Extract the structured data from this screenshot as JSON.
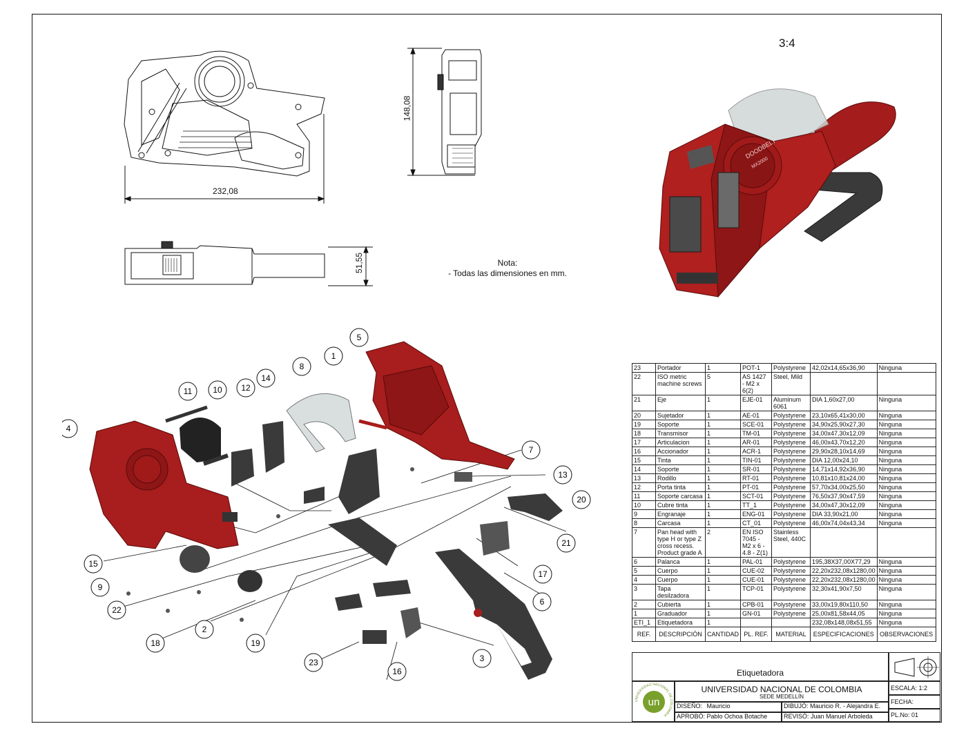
{
  "scale_view": "3:4",
  "dimensions": {
    "width_top": "232,08",
    "height_side": "148,08",
    "depth_bottom": "51,55"
  },
  "nota": {
    "title": "Nota:",
    "text": "- Todas las dimensiones en mm."
  },
  "device_labels": {
    "brand": "DOODBELT",
    "model": "MX2000"
  },
  "callouts": [
    "1",
    "2",
    "3",
    "4",
    "5",
    "6",
    "7",
    "8",
    "9",
    "10",
    "11",
    "12",
    "13",
    "14",
    "15",
    "16",
    "17",
    "18",
    "19",
    "20",
    "21",
    "22",
    "23"
  ],
  "bom": {
    "headers": [
      "REF.",
      "DESCRIPCIÓN",
      "CANTIDAD",
      "PL. REF.",
      "MATERIAL",
      "ESPECIFICACIONES",
      "OBSERVACIONES"
    ],
    "rows": [
      [
        "23",
        "Portador",
        "1",
        "POT-1",
        "Polystyrene",
        "42,02x14,65x36,90",
        "Ninguna"
      ],
      [
        "22",
        "ISO metric machine screws",
        "5",
        "AS 1427 - M2 x 6(2)",
        "Steel, Mild",
        "",
        ""
      ],
      [
        "21",
        "Eje",
        "1",
        "EJE-01",
        "Aluminum 6061",
        "DIA 1,60x27,00",
        "Ninguna"
      ],
      [
        "20",
        "Sujetador",
        "1",
        "AE-01",
        "Polystyrene",
        "23,10x65,41x30,00",
        "Ninguna"
      ],
      [
        "19",
        "Soporte",
        "1",
        "SCE-01",
        "Polystyrene",
        "34,90x25,90x27,30",
        "Ninguna"
      ],
      [
        "18",
        "Transmisor",
        "1",
        "TM-01",
        "Polystyrene",
        "34,00x47,30x12,09",
        "Ninguna"
      ],
      [
        "17",
        "Articulacion",
        "1",
        "AR-01",
        "Polystyrene",
        "46,00x43,70x12,20",
        "Ninguna"
      ],
      [
        "16",
        "Accionador",
        "1",
        "ACR-1",
        "Polystyrene",
        "29,90x28,10x14,69",
        "Ninguna"
      ],
      [
        "15",
        "Tinta",
        "1",
        "TIN-01",
        "Polystyrene",
        "DIA 12,00x24,10",
        "Ninguna"
      ],
      [
        "14",
        "Soporte",
        "1",
        "SR-01",
        "Polystyrene",
        "14,71x14,92x36,90",
        "Ninguna"
      ],
      [
        "13",
        "Rodillo",
        "1",
        "RT-01",
        "Polystyrene",
        "10,81x10,81x24,00",
        "Ninguna"
      ],
      [
        "12",
        "Porta tinta",
        "1",
        "PT-01",
        "Polystyrene",
        "57,70x34,00x25,50",
        "Ninguna"
      ],
      [
        "11",
        "Soporte carcasa",
        "1",
        "SCT-01",
        "Polystyrene",
        "76,50x37,90x47,59",
        "Ninguna"
      ],
      [
        "10",
        "Cubre tinta",
        "1",
        "TT_1",
        "Polystyrene",
        "34,00x47,30x12,09",
        "Ninguna"
      ],
      [
        "9",
        "Engranaje",
        "1",
        "ENG-01",
        "Polystyrene",
        "DIA 33,90x21,00",
        "Ninguna"
      ],
      [
        "8",
        "Carcasa",
        "1",
        "CT_01",
        "Polystyrene",
        "46,00x74,04x43,34",
        "Ninguna"
      ],
      [
        "7",
        "Pan head with type H or type Z cross recess. Product grade A",
        "2",
        "EN ISO 7045 - M2 x 6 - 4.8 - Z(1)",
        "Stainless Steel, 440C",
        "",
        ""
      ],
      [
        "6",
        "Palanca",
        "1",
        "PAL-01",
        "Polystyrene",
        "195,38X37,00X77,29",
        "Ninguna"
      ],
      [
        "5",
        "Cuerpo",
        "1",
        "CUE-02",
        "Polystyrene",
        "22,20x232,08x1280,00",
        "Ninguna"
      ],
      [
        "4",
        "Cuerpo",
        "1",
        "CUE-01",
        "Polystyrene",
        "22,20x232,08x1280,00",
        "Ninguna"
      ],
      [
        "3",
        "Tapa desilzadora",
        "1",
        "TCP-01",
        "Polystyrene",
        "32,30x41,90x7,50",
        "Ninguna"
      ],
      [
        "2",
        "Cubierta",
        "1",
        "CPB-01",
        "Polystyrene",
        "33,00x19,80x110,50",
        "Ninguna"
      ],
      [
        "1",
        "Graduador",
        "1",
        "GN-01",
        "Polystyrene",
        "25,00x81,58x44,05",
        "Ninguna"
      ],
      [
        "ETI_1",
        "Etiquetadora",
        "1",
        "",
        "",
        "232,08x148,08x51,55",
        "Ninguna"
      ]
    ]
  },
  "title_block": {
    "drawing_title": "Etiquetadora",
    "university": "UNIVERSIDAD NACIONAL DE COLOMBIA",
    "campus": "SEDE MEDELLÍN",
    "logo_text": "un",
    "logo_ring_text": "UNIVERSIDAD NACIONAL DE COLOMBIA",
    "diseno_label": "DISEÑO:",
    "diseno_value": "Mauricio",
    "dibujo_label": "DIBUJÓ:",
    "dibujo_value": "Mauricio R. - Alejandra E.",
    "aprobo_label": "APROBÓ:",
    "aprobo_value": "Pablo Ochoa Botache",
    "reviso_label": "REVISÓ:",
    "reviso_value": "Juan Manuel Arboleda",
    "escala_label": "ESCALA:",
    "escala_value": "1:2",
    "fecha_label": "FECHA:",
    "fecha_value": "",
    "plano_label": "PL.No:",
    "plano_value": "01"
  },
  "colors": {
    "body_red": "#b0201e",
    "dark_red": "#7a1212",
    "grip_dark": "#3a3a3a",
    "line": "#111111"
  }
}
